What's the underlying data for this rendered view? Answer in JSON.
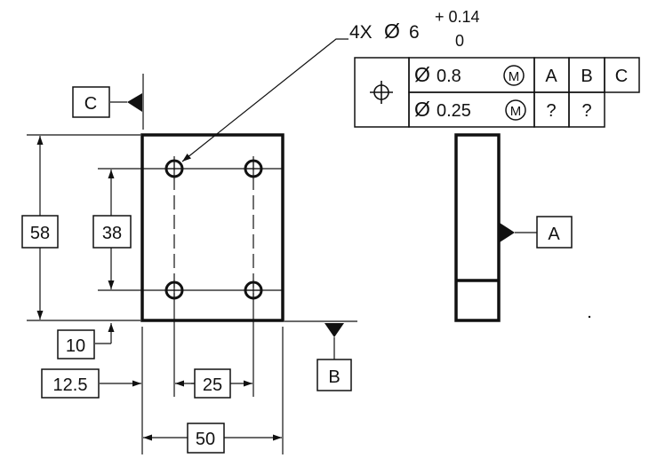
{
  "callout": {
    "prefix": "4X",
    "diameter_symbol": "Ø",
    "size": "6",
    "upper_tolerance": "+ 0.14",
    "lower_tolerance": "0"
  },
  "feature_control_frame": {
    "characteristic_symbol": "position-symbol",
    "row1": {
      "diameter_symbol": "Ø",
      "tolerance": "0.8",
      "modifier": "M",
      "datums": [
        "A",
        "B",
        "C"
      ]
    },
    "row2": {
      "diameter_symbol": "Ø",
      "tolerance": "0.25",
      "modifier": "M",
      "datums": [
        "?",
        "?"
      ]
    }
  },
  "datums": {
    "a": "A",
    "b": "B",
    "c": "C"
  },
  "dimensions": {
    "height": "58",
    "hole_spacing_vertical": "38",
    "bottom_offset": "10",
    "left_offset": "12.5",
    "hole_spacing_horizontal": "25",
    "width": "50"
  }
}
